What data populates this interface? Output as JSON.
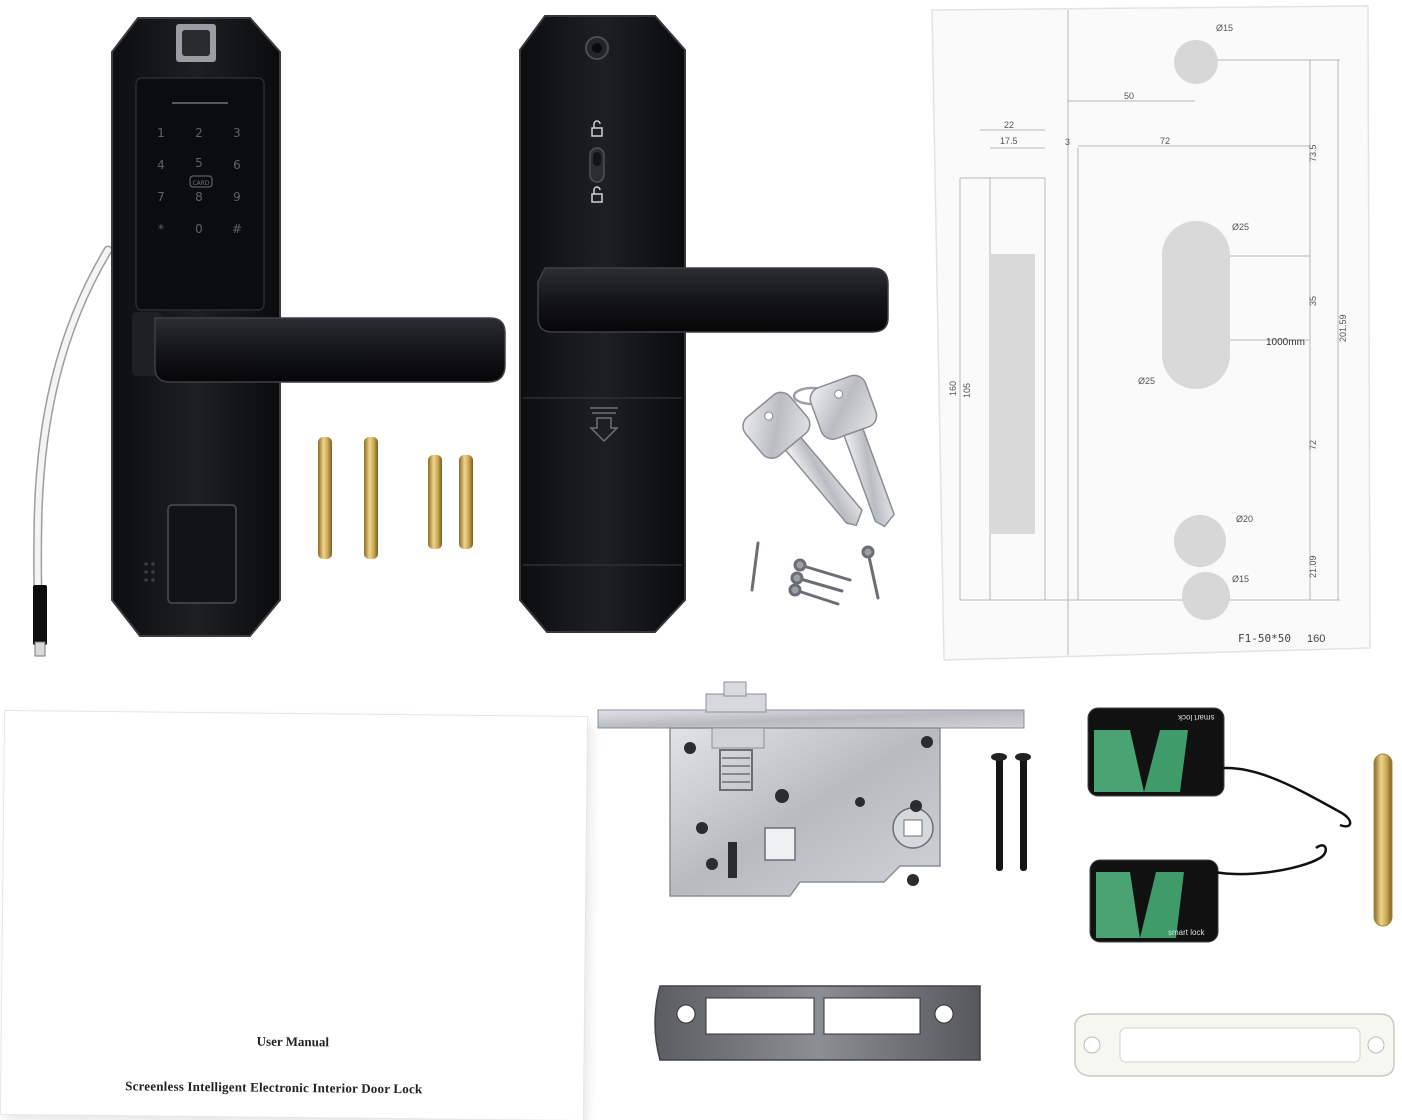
{
  "manual": {
    "title": "User Manual",
    "subtitle": "Screenless Intelligent Electronic Interior Door Lock"
  },
  "keypad": {
    "keys": [
      "1",
      "2",
      "3",
      "4",
      "5",
      "6",
      "7",
      "8",
      "9",
      "*",
      "0",
      "#"
    ],
    "card_badge": "CARD"
  },
  "template": {
    "dims": {
      "d15_top": "Ø15",
      "w50": "50",
      "w22": "22",
      "w17_5": "17.5",
      "w3": "3",
      "w72_top": "72",
      "h73_5": "73.5",
      "d25_top": "Ø25",
      "h35": "35",
      "h201_59": "201.59",
      "center_label": "1000mm",
      "d25_bottom": "Ø25",
      "h160": "160",
      "h105": "105",
      "h72": "72",
      "d20": "Ø20",
      "h21_09": "21.09",
      "d15_bottom": "Ø15"
    },
    "model": "F1-50*50",
    "backset": "160"
  },
  "key_cards": {
    "label": "smart lock"
  },
  "colors": {
    "lock_body": "#111214",
    "lock_highlight": "#2a2c30",
    "brass": "#c9a653",
    "steel": "#c4c7cb",
    "card_green": "#3f9b6a",
    "cable": "#eeeeee"
  }
}
